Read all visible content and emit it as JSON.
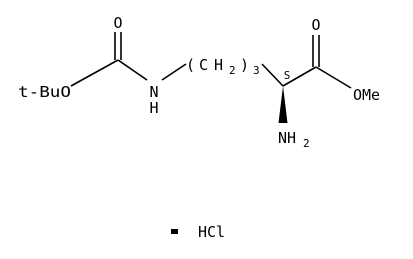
{
  "labels": {
    "tbuo": "t-BuO",
    "carbamate_o": "O",
    "nh_n": "N",
    "nh_h": "H",
    "chain": "(CH2)3",
    "chain_open": "(",
    "chain_c": "C",
    "chain_h": "H",
    "chain_close": ")",
    "chain_sub2": "2",
    "chain_sub3": "3",
    "stereo": "S",
    "ester_o": "O",
    "ome": "OMe",
    "nh2": "NH",
    "nh2_sub": "2",
    "salt": "HCl"
  },
  "colors": {
    "ink": "#000000",
    "background": "#ffffff"
  }
}
